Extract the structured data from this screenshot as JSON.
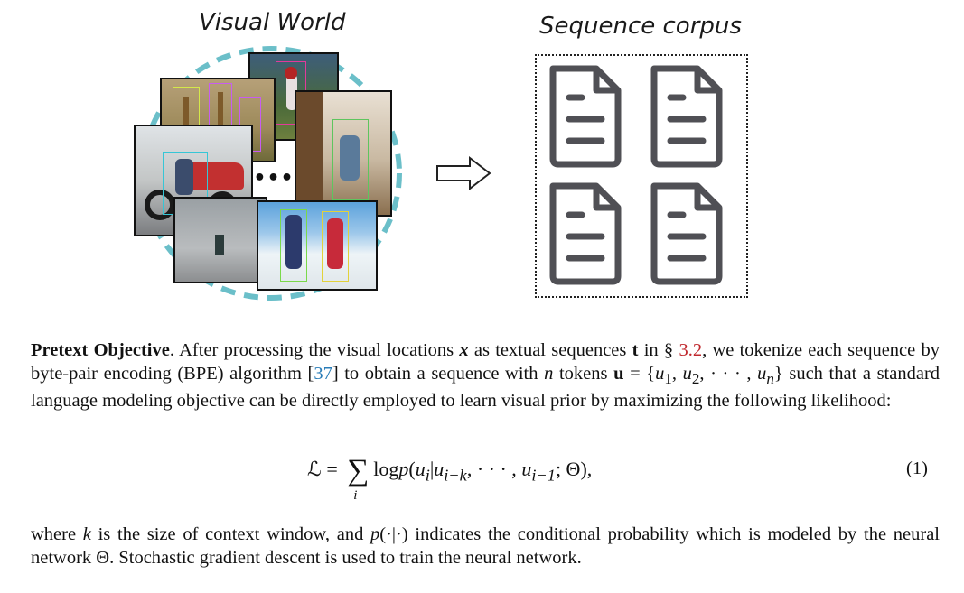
{
  "figure": {
    "left_title": "Visual World",
    "right_title": "Sequence corpus",
    "ellipsis": "•••",
    "colors": {
      "ring": "#6bbfc9",
      "doc_icon": "#505055",
      "arrow_stroke": "#222222"
    },
    "icons": [
      "document-icon",
      "document-icon",
      "document-icon",
      "document-icon",
      "arrow-right-icon"
    ]
  },
  "paragraph1": {
    "heading": "Pretext Objective",
    "heading_punct": ".",
    "t1": " After processing the visual locations ",
    "var_x": "x",
    "t2": " as textual sequences ",
    "var_t": "t",
    "t3": " in § ",
    "ref_section": "3.2",
    "t4": ", we tokenize each sequence by byte-pair encoding (BPE) algorithm [",
    "ref_cite": "37",
    "t5": "] to obtain a sequence with ",
    "var_n": "n",
    "t6": " tokens ",
    "var_u": "u",
    "t7": " = {",
    "set_u1": "u",
    "set_s1": "1",
    "t8": ", ",
    "set_u2": "u",
    "set_s2": "2",
    "t9": ", · · · , ",
    "set_un": "u",
    "set_sn": "n",
    "t10": "} such that a standard language modeling objective can be directly employed to learn visual prior by maximizing the following likelihood:"
  },
  "equation": {
    "lhs": "ℒ = ",
    "sum": "∑",
    "sum_index": "i",
    "log": "log",
    "p": "p",
    "open": "(",
    "u": "u",
    "ui_sub": "i",
    "bar": "|",
    "u2": "u",
    "sub_ik": "i−k",
    "mid": ", · · · , ",
    "u3": "u",
    "sub_i1": "i−1",
    "theta": "; Θ),",
    "number": "(1)"
  },
  "paragraph2": {
    "t1": "where ",
    "var_k": "k",
    "t2": " is the size of context window, and ",
    "p": "p",
    "t3": "(·|·) indicates the conditional probability which is modeled by the neural network Θ. Stochastic gradient descent is used to train the neural network."
  }
}
